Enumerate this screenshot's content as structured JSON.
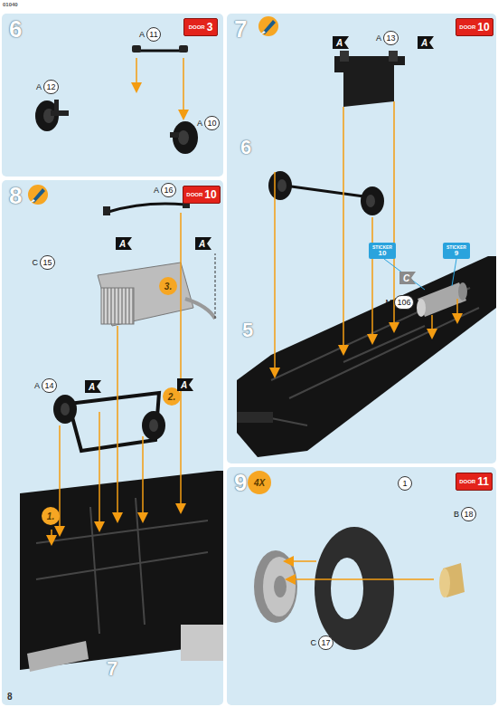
{
  "diagram": {
    "nodes": [
      {
        "text": [
          "6"
        ]
      },
      {
        "text": [
          "DOOR",
          "3"
        ],
        "in": 0
      },
      {
        "text": [
          "A",
          "11"
        ],
        "in": 0
      },
      {
        "text": [
          "A",
          "12"
        ],
        "in": 0
      },
      {
        "text": [
          "A",
          "10"
        ],
        "in": 0
      },
      {
        "text": [
          "7"
        ]
      },
      {
        "text": [
          "DOOR",
          "10"
        ],
        "in": 5
      },
      {
        "text": [
          "A"
        ],
        "in": 5
      },
      {
        "text": [
          "A",
          "13"
        ],
        "in": 5
      },
      {
        "text": [
          "A"
        ],
        "in": 5
      },
      {
        "text": [
          "STICKER",
          "10"
        ],
        "in": 5
      },
      {
        "text": [
          "C"
        ],
        "in": 5
      },
      {
        "text": [
          "STICKER",
          "9"
        ],
        "in": 5
      },
      {
        "text": [
          "M",
          "106"
        ],
        "in": 5
      },
      {
        "text": [
          "8"
        ]
      },
      {
        "text": [
          "DOOR",
          "10"
        ],
        "in": 14
      },
      {
        "text": [
          "A",
          "16"
        ],
        "in": 14
      },
      {
        "text": [
          "3."
        ],
        "in": 14
      },
      {
        "text": [
          "A"
        ],
        "in": 14
      },
      {
        "text": [
          "C",
          "15"
        ],
        "in": 14
      },
      {
        "text": [
          "A"
        ],
        "in": 14
      },
      {
        "text": [
          "2."
        ],
        "in": 14
      },
      {
        "text": [
          "A",
          "14"
        ],
        "in": 14
      },
      {
        "text": [
          "A"
        ],
        "in": 14
      },
      {
        "text": [
          "A"
        ],
        "in": 14
      },
      {
        "text": [
          "1."
        ],
        "in": 14
      },
      {
        "text": [
          "9"
        ]
      },
      {
        "text": [
          "4X"
        ],
        "in": 26
      },
      {
        "text": [
          "DOOR",
          "11"
        ],
        "in": 26
      },
      {
        "text": [
          "1"
        ],
        "in": 26
      },
      {
        "text": [
          "B",
          "18"
        ],
        "in": 26
      },
      {
        "text": [
          "C",
          "17"
        ],
        "in": 26
      }
    ],
    "labels": [
      "01040",
      "6",
      "5",
      "7",
      "8"
    ]
  }
}
